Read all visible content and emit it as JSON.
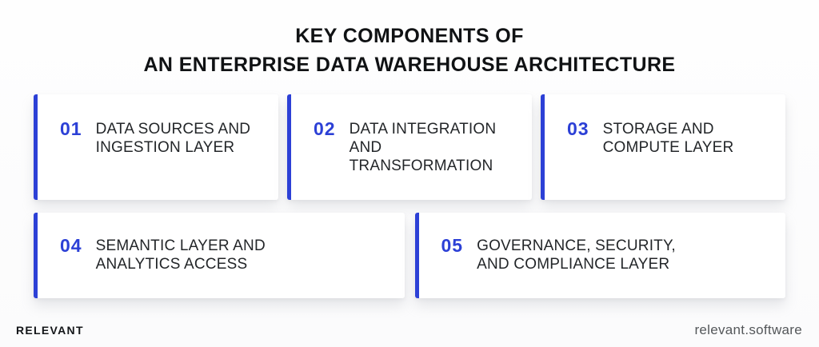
{
  "title": {
    "line1": "KEY COMPONENTS OF",
    "line2": "AN ENTERPRISE DATA WAREHOUSE ARCHITECTURE"
  },
  "cards": [
    {
      "number": "01",
      "label": "DATA SOURCES AND INGESTION LAYER"
    },
    {
      "number": "02",
      "label": "DATA INTEGRATION AND TRANSFORMATION"
    },
    {
      "number": "03",
      "label": "STORAGE AND COMPUTE LAYER"
    },
    {
      "number": "04",
      "label": "SEMANTIC LAYER AND ANALYTICS ACCESS"
    },
    {
      "number": "05",
      "label": "GOVERNANCE, SECURITY, AND COMPLIANCE LAYER"
    }
  ],
  "footer": {
    "brand": "RELEVANT",
    "website": "relevant.software"
  },
  "colors": {
    "accent_blue": "#2c40d6",
    "title_text": "#101214",
    "card_text": "#232629",
    "website_text": "#54575a",
    "card_bg": "#ffffff",
    "page_bg": "#fdfdfe"
  }
}
